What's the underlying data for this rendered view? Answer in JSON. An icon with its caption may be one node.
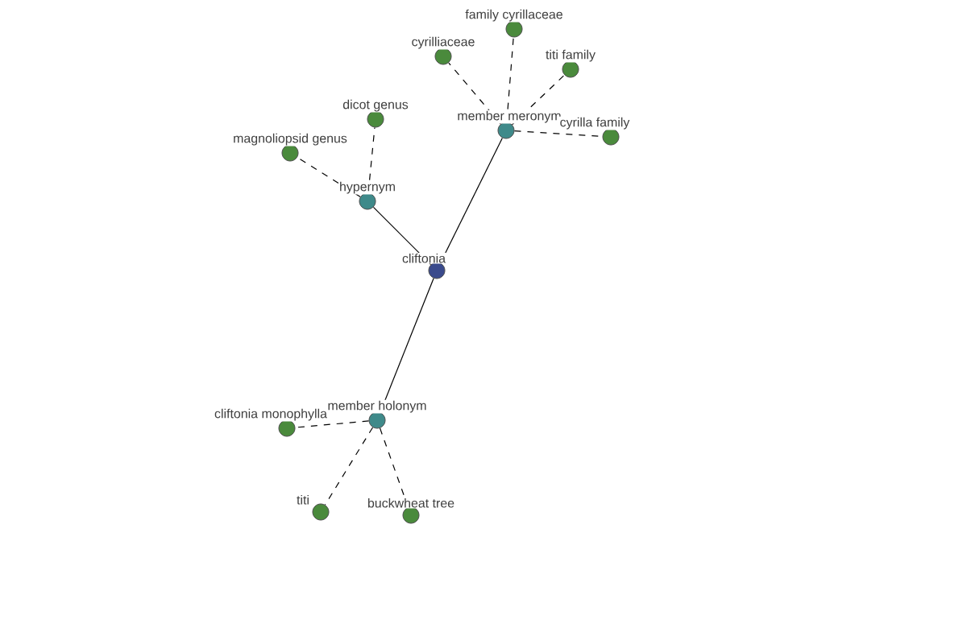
{
  "diagram": {
    "nodes": [
      {
        "text": [
          "cliftonia"
        ]
      },
      {
        "text": [
          "hypernym"
        ]
      },
      {
        "text": [
          "member meronym"
        ]
      },
      {
        "text": [
          "member holonym"
        ]
      },
      {
        "text": [
          "magnoliopsid genus"
        ]
      },
      {
        "text": [
          "dicot genus"
        ]
      },
      {
        "text": [
          "cyrilliaceae"
        ]
      },
      {
        "text": [
          "family cyrillaceae"
        ]
      },
      {
        "text": [
          "titi family"
        ]
      },
      {
        "text": [
          "cyrilla family"
        ]
      },
      {
        "text": [
          "cliftonia monophylla"
        ]
      },
      {
        "text": [
          "titi"
        ]
      },
      {
        "text": [
          "buckwheat tree"
        ]
      }
    ],
    "edges": [
      {
        "from": 0,
        "to": 1,
        "arrow": "none"
      },
      {
        "from": 0,
        "to": 2,
        "arrow": "none"
      },
      {
        "from": 0,
        "to": 3,
        "arrow": "none"
      },
      {
        "from": 1,
        "to": 4,
        "arrow": "none",
        "style": "dashed"
      },
      {
        "from": 1,
        "to": 5,
        "arrow": "none",
        "style": "dashed"
      },
      {
        "from": 2,
        "to": 6,
        "arrow": "none",
        "style": "dashed"
      },
      {
        "from": 2,
        "to": 7,
        "arrow": "none",
        "style": "dashed"
      },
      {
        "from": 2,
        "to": 8,
        "arrow": "none",
        "style": "dashed"
      },
      {
        "from": 2,
        "to": 9,
        "arrow": "none",
        "style": "dashed"
      },
      {
        "from": 3,
        "to": 10,
        "arrow": "none",
        "style": "dashed"
      },
      {
        "from": 3,
        "to": 11,
        "arrow": "none",
        "style": "dashed"
      },
      {
        "from": 3,
        "to": 12,
        "arrow": "none",
        "style": "dashed"
      }
    ]
  }
}
